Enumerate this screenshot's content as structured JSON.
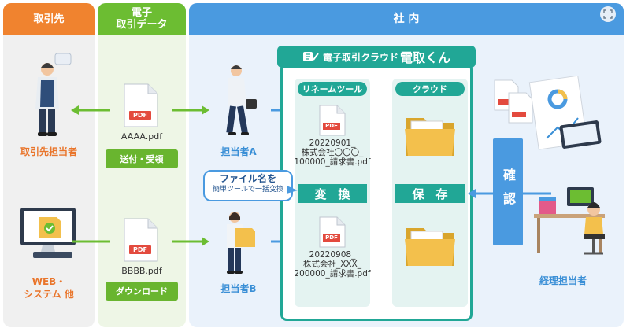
{
  "columns": {
    "partner": {
      "title": "取引先"
    },
    "edata": {
      "title_line1": "電子",
      "title_line2": "取引データ"
    },
    "internal": {
      "title": "社 内"
    }
  },
  "partner_items": {
    "person_label": "取引先担当者",
    "system_label_line1": "WEB・",
    "system_label_line2": "システム 他"
  },
  "edata_items": {
    "file_a": "AAAA.pdf",
    "file_b": "BBBB.pdf",
    "tag_a": "送付・受領",
    "tag_b": "ダウンロード",
    "pdf_badge": "PDF"
  },
  "staff": {
    "a": "担当者A",
    "b": "担当者B"
  },
  "product": {
    "prefix": "電子取引クラウド",
    "name": "電取くん"
  },
  "rename_tool": {
    "title": "リネームツール"
  },
  "cloud": {
    "title": "クラウド"
  },
  "docs": {
    "a": {
      "line1": "20220901_",
      "line2": "株式会社〇〇〇_",
      "line3": "100000_請求書.pdf"
    },
    "b": {
      "line1": "20220908_",
      "line2": "株式会社_XXX_",
      "line3": "200000_請求書.pdf"
    }
  },
  "callout": {
    "line1": "ファイル名を",
    "line2": "簡単ツールで一括変換"
  },
  "bars": {
    "convert": "変　換",
    "save": "保　存"
  },
  "confirm": "確認",
  "accountant": "経理担当者",
  "colors": {
    "orange": "#f0832f",
    "green": "#6cbd32",
    "blue": "#4a9ae0",
    "teal": "#21a796",
    "navy": "#23548f"
  }
}
